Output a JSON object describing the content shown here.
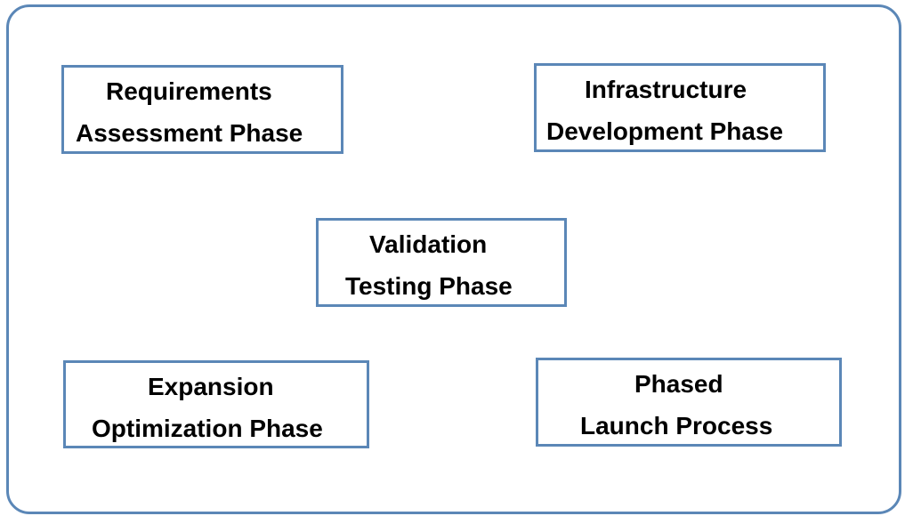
{
  "diagram": {
    "phases": [
      {
        "id": "requirements",
        "line1": "Requirements",
        "line2": "Assessment Phase"
      },
      {
        "id": "infrastructure",
        "line1": "Infrastructure",
        "line2": "Development Phase"
      },
      {
        "id": "validation",
        "line1": "Validation",
        "line2": "Testing Phase"
      },
      {
        "id": "expansion",
        "line1": "Expansion",
        "line2": "Optimization Phase"
      },
      {
        "id": "launch",
        "line1": "Phased",
        "line2": "Launch Process"
      }
    ]
  },
  "colors": {
    "border": "#5b87b7",
    "text": "#000000",
    "background": "#ffffff"
  }
}
